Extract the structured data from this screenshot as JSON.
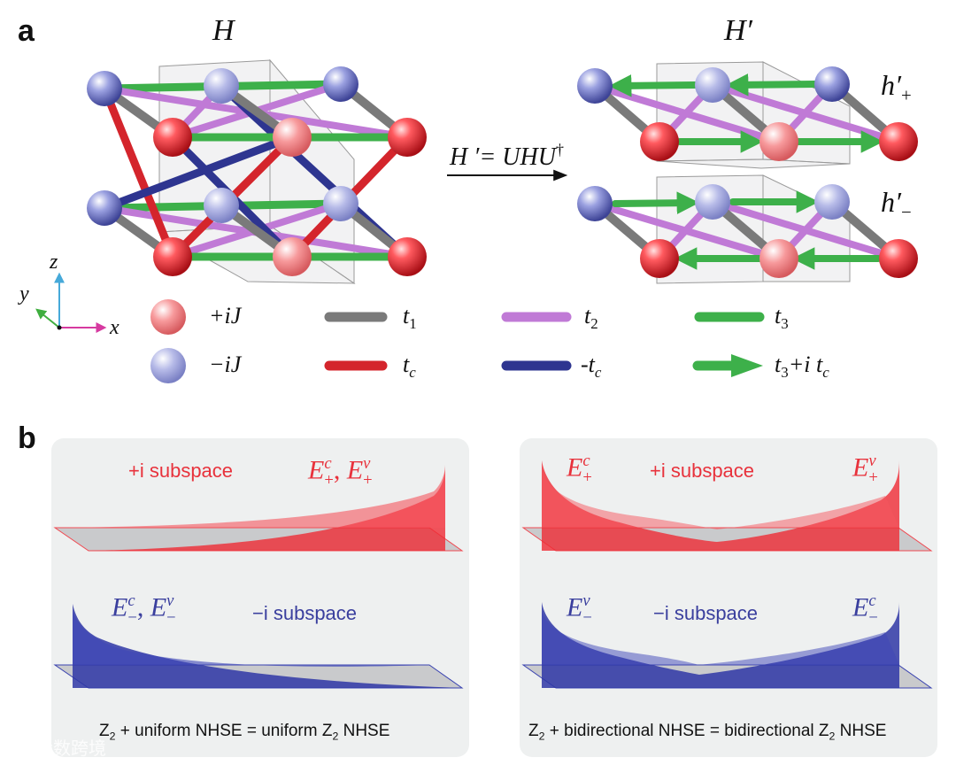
{
  "panel_a": {
    "letter": "a",
    "title_left": "H",
    "title_right": "H′",
    "transform": {
      "lhs": "H ′",
      "rhs": "= UHU",
      "dagger": "†"
    },
    "block_labels": {
      "plus_base": "h′",
      "plus_sub": "+",
      "minus_base": "h′",
      "minus_sub": "−"
    },
    "axes": {
      "z": "z",
      "y": "y",
      "x": "x"
    },
    "legend": {
      "plus_site": "+iJ",
      "minus_site": "−iJ",
      "t1_base": "t",
      "t1_sub": "1",
      "t2_base": "t",
      "t2_sub": "2",
      "t3_base": "t",
      "t3_sub": "3",
      "tc_base": "t",
      "tc_sub": "c",
      "mtc_base": "-t",
      "mtc_sub": "c",
      "arrow_label": {
        "a": "t",
        "a_sub": "3",
        "b": "+i t",
        "b_sub": "c"
      }
    },
    "colors": {
      "plus_site": "#f06a6e",
      "minus_site": "#8c93d8",
      "t1": "#7a7a7a",
      "t2": "#c07ad6",
      "t3": "#3db04a",
      "tc": "#d4252c",
      "mtc": "#2e3590"
    }
  },
  "panel_b": {
    "letter": "b",
    "left": {
      "plus_subspace": "+i subspace",
      "plus_energy": {
        "a": "E",
        "a_sub": "+",
        "a_sup": "c",
        "sep": ", ",
        "b": "E",
        "b_sub": "+",
        "b_sup": "v"
      },
      "minus_energy": {
        "a": "E",
        "a_sub": "−",
        "a_sup": "c",
        "sep": ", ",
        "b": "E",
        "b_sub": "−",
        "b_sup": "v"
      },
      "minus_subspace": "−i subspace",
      "caption": {
        "p1": "Z",
        "p1_sub": "2",
        "p2": " +  uniform NHSE = uniform Z",
        "p2_sub": "2",
        "p3": " NHSE"
      }
    },
    "right": {
      "plus_left": {
        "base": "E",
        "sub": "+",
        "sup": "c"
      },
      "plus_subspace": "+i subspace",
      "plus_right": {
        "base": "E",
        "sub": "+",
        "sup": "v"
      },
      "minus_left": {
        "base": "E",
        "sub": "−",
        "sup": "v"
      },
      "minus_subspace": "−i subspace",
      "minus_right": {
        "base": "E",
        "sub": "−",
        "sup": "c"
      },
      "caption": {
        "p1": "Z",
        "p1_sub": "2",
        "p2": " +  bidirectional NHSE = bidirectional Z",
        "p2_sub": "2",
        "p3": " NHSE"
      }
    },
    "colors": {
      "plus": "#ee2b35",
      "minus": "#2f37a6",
      "panel_bg": "#eef0f0"
    }
  },
  "watermark": "大数跨境"
}
